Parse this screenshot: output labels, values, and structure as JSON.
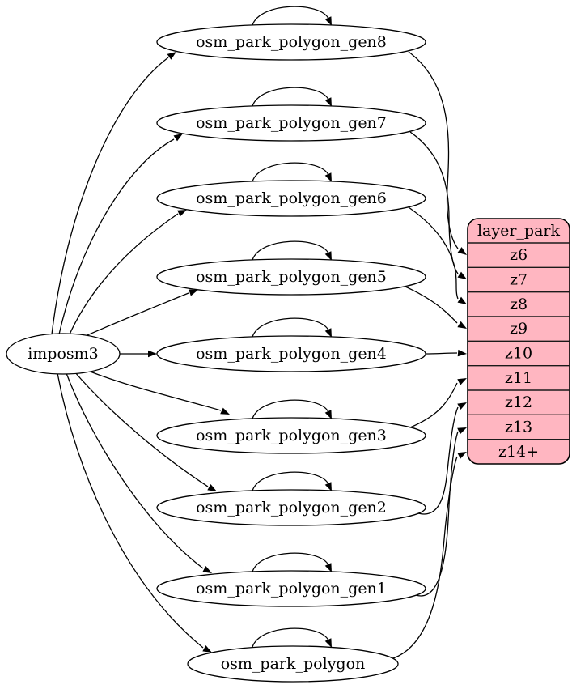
{
  "diagram": {
    "type": "graphviz-dependency-diagram",
    "source_node": {
      "label": "imposm3"
    },
    "table_nodes": [
      {
        "label": "osm_park_polygon_gen8",
        "fed_by": "imposm3",
        "self_loop": true,
        "feeds_zoom": "z6"
      },
      {
        "label": "osm_park_polygon_gen7",
        "fed_by": "imposm3",
        "self_loop": true,
        "feeds_zoom": "z7"
      },
      {
        "label": "osm_park_polygon_gen6",
        "fed_by": "imposm3",
        "self_loop": true,
        "feeds_zoom": "z8"
      },
      {
        "label": "osm_park_polygon_gen5",
        "fed_by": "imposm3",
        "self_loop": true,
        "feeds_zoom": "z9"
      },
      {
        "label": "osm_park_polygon_gen4",
        "fed_by": "imposm3",
        "self_loop": true,
        "feeds_zoom": "z10"
      },
      {
        "label": "osm_park_polygon_gen3",
        "fed_by": "imposm3",
        "self_loop": true,
        "feeds_zoom": "z11"
      },
      {
        "label": "osm_park_polygon_gen2",
        "fed_by": "imposm3",
        "self_loop": true,
        "feeds_zoom": "z12"
      },
      {
        "label": "osm_park_polygon_gen1",
        "fed_by": "imposm3",
        "self_loop": true,
        "feeds_zoom": "z13"
      },
      {
        "label": "osm_park_polygon",
        "fed_by": "imposm3",
        "self_loop": true,
        "feeds_zoom": "z14+"
      }
    ],
    "layer_table": {
      "title": "layer_park",
      "rows": [
        "z6",
        "z7",
        "z8",
        "z9",
        "z10",
        "z11",
        "z12",
        "z13",
        "z14+"
      ]
    },
    "colors": {
      "layer_table_fill": "#ffb6c1",
      "node_fill": "#ffffff",
      "stroke": "#000000",
      "separator": "#1a1a1a",
      "background": "#ffffff"
    }
  }
}
